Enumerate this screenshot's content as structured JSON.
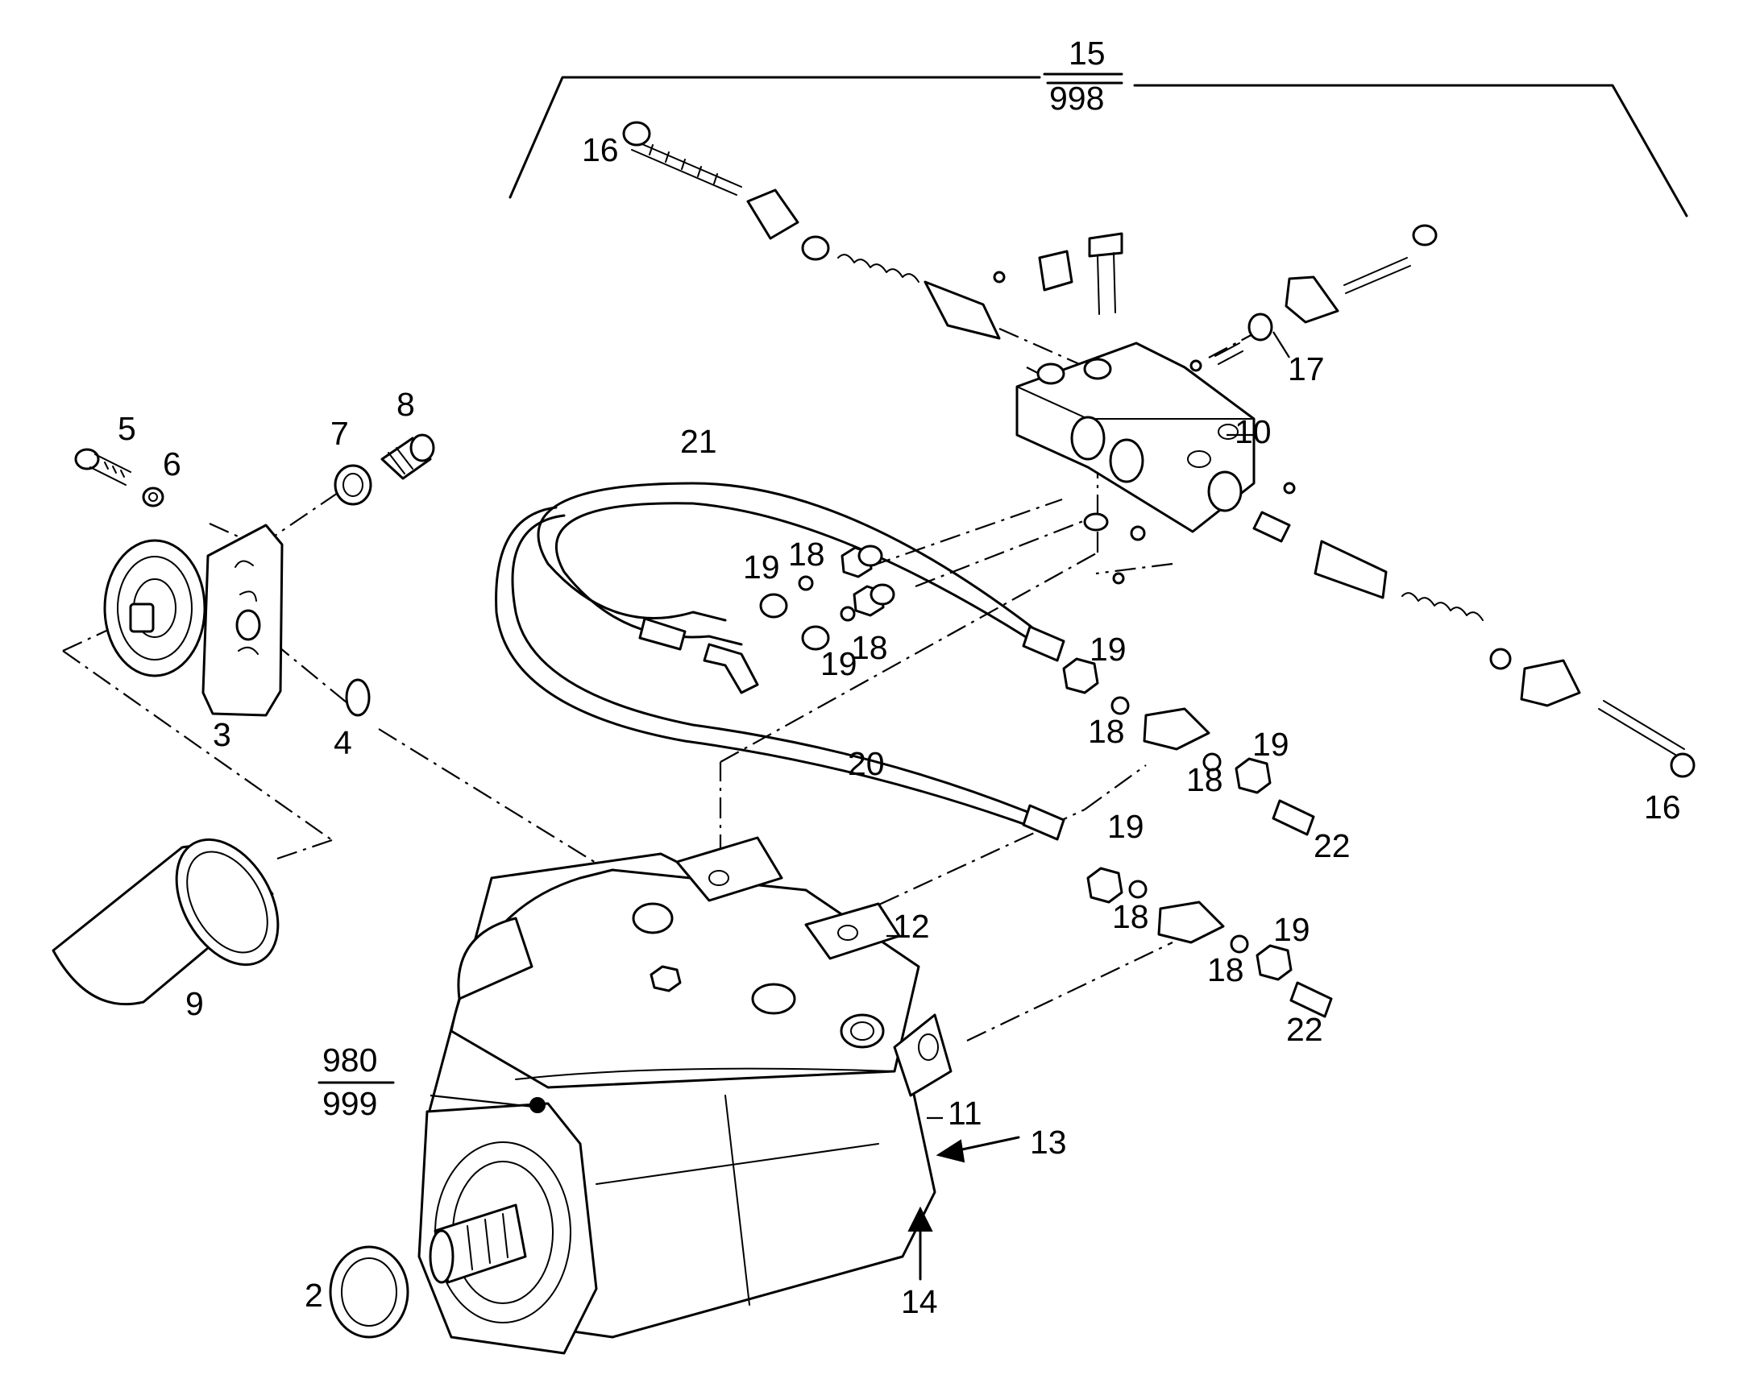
{
  "labels": {
    "assembly_num": "15",
    "assembly_den": "998",
    "fraction_num": "980",
    "fraction_den": "999",
    "l2": "2",
    "l3": "3",
    "l4": "4",
    "l5": "5",
    "l6": "6",
    "l7": "7",
    "l8": "8",
    "l9": "9",
    "l10": "10",
    "l11": "11",
    "l12": "12",
    "l13": "13",
    "l14": "14",
    "l16a": "16",
    "l16b": "16",
    "l17": "17",
    "l18a": "18",
    "l18b": "18",
    "l18c": "18",
    "l18d": "18",
    "l18e": "18",
    "l18f": "18",
    "l19a": "19",
    "l19b": "19",
    "l19c": "19",
    "l19d": "19",
    "l19e": "19",
    "l19f": "19",
    "l20": "20",
    "l21": "21",
    "l22a": "22",
    "l22b": "22"
  }
}
